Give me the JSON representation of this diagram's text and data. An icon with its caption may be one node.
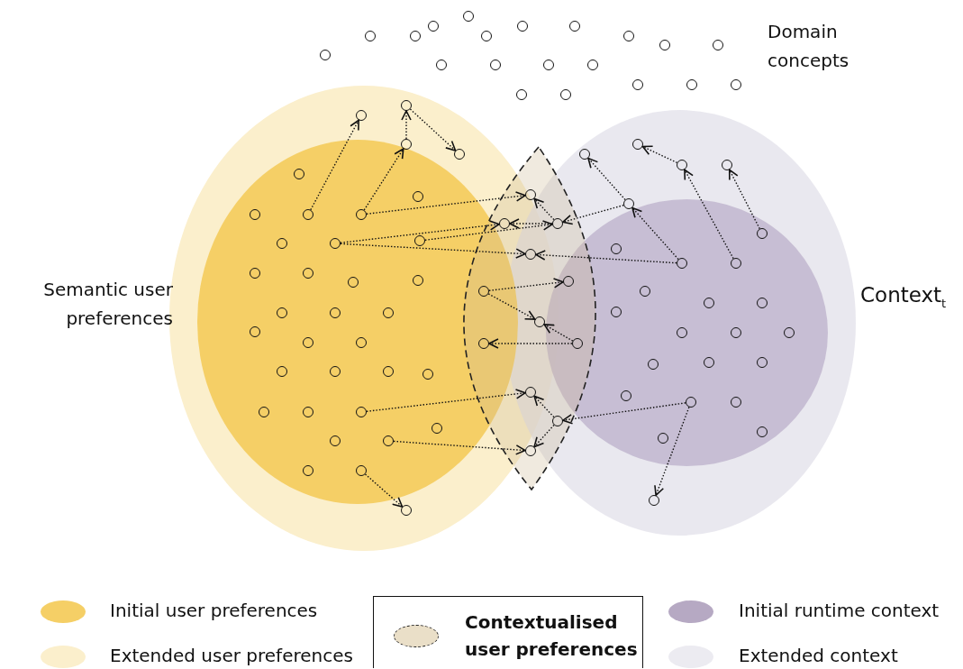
{
  "diagram": {
    "nodes": [
      {
        "text": [],
        "shape": "circle"
      },
      {
        "text": [],
        "shape": "circle"
      },
      {
        "text": [],
        "shape": "circle"
      },
      {
        "text": [],
        "shape": "circle"
      },
      {
        "text": [],
        "shape": "circle"
      },
      {
        "text": [],
        "shape": "circle"
      },
      {
        "text": [],
        "shape": "circle"
      },
      {
        "text": [],
        "shape": "circle"
      },
      {
        "text": [],
        "shape": "circle"
      },
      {
        "text": [],
        "shape": "circle"
      },
      {
        "text": [],
        "shape": "circle"
      },
      {
        "text": [],
        "shape": "circle"
      },
      {
        "text": [],
        "shape": "circle"
      },
      {
        "text": [],
        "shape": "circle"
      },
      {
        "text": [],
        "shape": "circle"
      },
      {
        "text": [],
        "shape": "circle"
      },
      {
        "text": [],
        "shape": "circle"
      },
      {
        "text": [],
        "shape": "circle"
      },
      {
        "text": [],
        "shape": "circle"
      },
      {
        "text": [],
        "shape": "circle"
      },
      {
        "text": [],
        "shape": "circle"
      },
      {
        "text": [],
        "shape": "circle"
      },
      {
        "text": [],
        "shape": "circle"
      },
      {
        "text": [],
        "shape": "circle"
      },
      {
        "text": [],
        "shape": "circle"
      },
      {
        "text": [],
        "shape": "circle"
      },
      {
        "text": [],
        "shape": "circle"
      },
      {
        "text": [],
        "shape": "circle"
      },
      {
        "text": [],
        "shape": "circle"
      },
      {
        "text": [],
        "shape": "circle"
      },
      {
        "text": [],
        "shape": "circle"
      },
      {
        "text": [],
        "shape": "circle"
      },
      {
        "text": [],
        "shape": "circle"
      },
      {
        "text": [],
        "shape": "circle"
      },
      {
        "text": [],
        "shape": "circle"
      },
      {
        "text": [],
        "shape": "circle"
      },
      {
        "text": [],
        "shape": "circle"
      },
      {
        "text": [],
        "shape": "circle"
      },
      {
        "text": [],
        "shape": "circle"
      },
      {
        "text": [],
        "shape": "circle"
      },
      {
        "text": [],
        "shape": "circle"
      },
      {
        "text": [],
        "shape": "circle"
      },
      {
        "text": [],
        "shape": "circle"
      },
      {
        "text": [],
        "shape": "circle"
      },
      {
        "text": [],
        "shape": "circle"
      },
      {
        "text": [],
        "shape": "circle"
      },
      {
        "text": [],
        "shape": "circle"
      },
      {
        "text": [],
        "shape": "circle"
      },
      {
        "text": [],
        "shape": "circle"
      },
      {
        "text": [],
        "shape": "circle"
      },
      {
        "text": [],
        "shape": "circle"
      },
      {
        "text": [],
        "shape": "circle"
      },
      {
        "text": [],
        "shape": "circle"
      },
      {
        "text": [],
        "shape": "circle"
      },
      {
        "text": [],
        "shape": "circle"
      },
      {
        "text": [],
        "shape": "circle"
      },
      {
        "text": [],
        "shape": "circle"
      },
      {
        "text": [],
        "shape": "circle"
      },
      {
        "text": [],
        "shape": "circle"
      },
      {
        "text": [],
        "shape": "circle"
      },
      {
        "text": [],
        "shape": "circle"
      },
      {
        "text": [],
        "shape": "circle"
      },
      {
        "text": [],
        "shape": "circle"
      },
      {
        "text": [],
        "shape": "circle"
      },
      {
        "text": [],
        "shape": "circle"
      },
      {
        "text": [],
        "shape": "circle"
      },
      {
        "text": [],
        "shape": "circle"
      },
      {
        "text": [],
        "shape": "circle"
      },
      {
        "text": [],
        "shape": "circle"
      },
      {
        "text": [],
        "shape": "circle"
      },
      {
        "text": [],
        "shape": "circle"
      },
      {
        "text": [],
        "shape": "circle"
      },
      {
        "text": [],
        "shape": "circle"
      },
      {
        "text": [],
        "shape": "circle"
      },
      {
        "text": [],
        "shape": "circle"
      },
      {
        "text": [],
        "shape": "circle"
      },
      {
        "text": [],
        "shape": "circle"
      },
      {
        "text": [],
        "shape": "circle"
      },
      {
        "text": [],
        "shape": "circle"
      },
      {
        "text": [],
        "shape": "circle"
      },
      {
        "text": [],
        "shape": "circle"
      },
      {
        "text": [],
        "shape": "circle"
      },
      {
        "text": [],
        "shape": "circle"
      },
      {
        "text": [],
        "shape": "circle"
      },
      {
        "text": [],
        "shape": "circle"
      },
      {
        "text": [],
        "shape": "circle"
      },
      {
        "text": [],
        "shape": "circle"
      },
      {
        "text": [],
        "shape": "circle"
      },
      {
        "text": [],
        "shape": "circle"
      },
      {
        "text": [],
        "shape": "circle"
      },
      {
        "text": [],
        "shape": "circle"
      },
      {
        "text": [],
        "shape": "circle"
      }
    ],
    "edges": [
      {
        "from": 26,
        "to": 20,
        "arrow": "to"
      },
      {
        "from": 27,
        "to": 23,
        "arrow": "to"
      },
      {
        "from": 23,
        "to": 21,
        "arrow": "to"
      },
      {
        "from": 21,
        "to": 22,
        "arrow": "to"
      },
      {
        "from": 27,
        "to": 55,
        "arrow": "to"
      },
      {
        "from": 57,
        "to": 55,
        "arrow": "to"
      },
      {
        "from": 30,
        "to": 56,
        "arrow": "to"
      },
      {
        "from": 57,
        "to": 56,
        "arrow": "to"
      },
      {
        "from": 31,
        "to": 57,
        "arrow": "to"
      },
      {
        "from": 71,
        "to": 57,
        "arrow": "to"
      },
      {
        "from": 30,
        "to": 58,
        "arrow": "to"
      },
      {
        "from": 73,
        "to": 58,
        "arrow": "to"
      },
      {
        "from": 71,
        "to": 67,
        "arrow": "to"
      },
      {
        "from": 69,
        "to": 68,
        "arrow": "to"
      },
      {
        "from": 73,
        "to": 71,
        "arrow": "to"
      },
      {
        "from": 74,
        "to": 69,
        "arrow": "to"
      },
      {
        "from": 72,
        "to": 70,
        "arrow": "to"
      },
      {
        "from": 59,
        "to": 60,
        "arrow": "to"
      },
      {
        "from": 59,
        "to": 61,
        "arrow": "to"
      },
      {
        "from": 63,
        "to": 61,
        "arrow": "to"
      },
      {
        "from": 63,
        "to": 62,
        "arrow": "to"
      },
      {
        "from": 48,
        "to": 64,
        "arrow": "to"
      },
      {
        "from": 65,
        "to": 64,
        "arrow": "to"
      },
      {
        "from": 87,
        "to": 65,
        "arrow": "to"
      },
      {
        "from": 65,
        "to": 66,
        "arrow": "to"
      },
      {
        "from": 51,
        "to": 66,
        "arrow": "to"
      },
      {
        "from": 53,
        "to": 54,
        "arrow": "to"
      },
      {
        "from": 87,
        "to": 91,
        "arrow": "to"
      }
    ],
    "labels": [
      "Domain concepts",
      "Semantic user preferences",
      "Context$_{t}$"
    ],
    "legend": [
      {
        "text": "Initial user preferences",
        "color": "#f5cf66"
      },
      {
        "text": "Extended user preferences",
        "color": "#fbefcc"
      },
      {
        "text": "Contextualised user preferences"
      },
      {
        "text": "Initial runtime context",
        "color": "#b6a9c3"
      },
      {
        "text": "Extended context",
        "color": "#ecebf1"
      }
    ]
  }
}
